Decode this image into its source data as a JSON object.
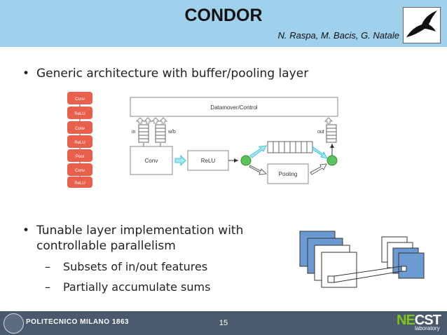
{
  "header": {
    "title": "CONDOR",
    "authors": "N. Raspa, M. Bacis, G. Natale",
    "logo_icon": "condor-bird-icon"
  },
  "bullets": {
    "b1": "Generic architecture with buffer/pooling layer",
    "b2_line1": "Tunable layer implementation with",
    "b2_line2": "controllable parallelism",
    "sub1": "Subsets of in/out features",
    "sub2": "Partially accumulate sums",
    "bullet_glyph": "•",
    "dash_glyph": "–"
  },
  "layer_stack": [
    "Conv",
    "ReLU",
    "Conv",
    "ReLU",
    "Pool",
    "Conv",
    "ReLU"
  ],
  "pipeline": {
    "datamover": "Datamover/Control",
    "in": "in",
    "wb": "w/b",
    "out": "out",
    "conv": "Conv",
    "relu": "ReLU",
    "pooling": "Pooling"
  },
  "footer": {
    "university": "POLITECNICO MILANO 1863",
    "page_number": "15",
    "lab_ne": "NE",
    "lab_cst": "CST",
    "lab_sub": "laboratory"
  },
  "colors": {
    "header_bg": "#9fd0ec",
    "footer_bg": "#4a5a6c",
    "layer_red": "#e8604c",
    "feature_blue": "#6b9bd2",
    "node_green": "#5cc35c",
    "arrow_cyan": "#40c8d8"
  }
}
